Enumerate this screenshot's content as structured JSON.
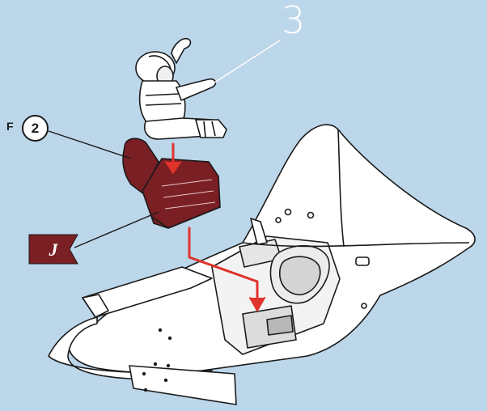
{
  "diagram": {
    "step_number": "3",
    "part_tree_letter": "F",
    "part_number": "2",
    "color_code": "J",
    "colors": {
      "background": "#bcd6ea",
      "line": "#1a1a1a",
      "body": "#ffffff",
      "seat": "#7a1f24",
      "flag": "#7a1f24",
      "arrow": "#e0332b"
    },
    "icons": [
      "astronaut-figure",
      "seat-part",
      "spaceship-hull",
      "color-flag"
    ]
  }
}
